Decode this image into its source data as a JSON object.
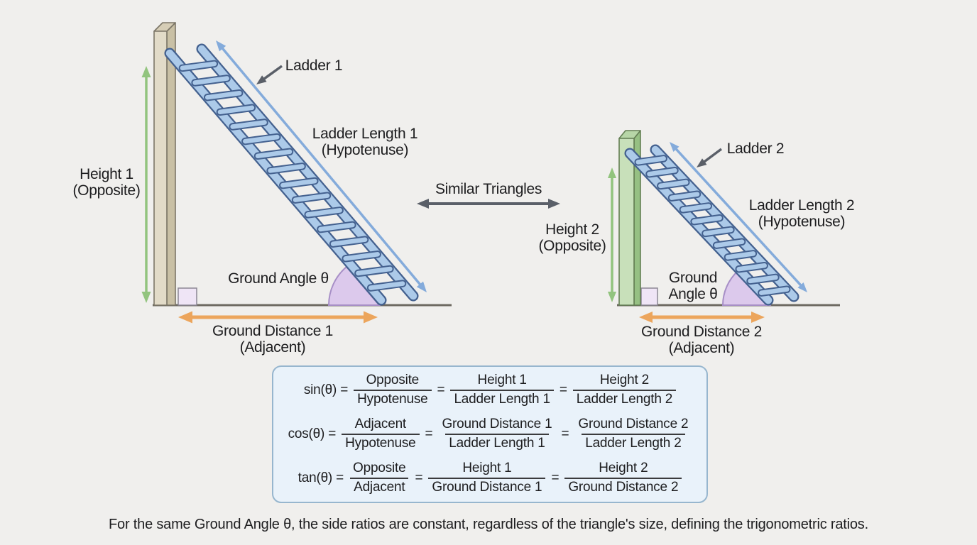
{
  "diagram_left": {
    "ladder_label": "Ladder 1",
    "hypotenuse_label_line1": "Ladder Length 1",
    "hypotenuse_label_line2": "(Hypotenuse)",
    "height_label_line1": "Height 1",
    "height_label_line2": "(Opposite)",
    "angle_label": "Ground Angle θ",
    "base_label_line1": "Ground Distance 1",
    "base_label_line2": "(Adjacent)"
  },
  "center": {
    "similar_label": "Similar Triangles"
  },
  "diagram_right": {
    "ladder_label": "Ladder 2",
    "hypotenuse_label_line1": "Ladder Length 2",
    "hypotenuse_label_line2": "(Hypotenuse)",
    "height_label_line1": "Height 2",
    "height_label_line2": "(Opposite)",
    "angle_label_line1": "Ground",
    "angle_label_line2": "Angle θ",
    "base_label_line1": "Ground Distance 2",
    "base_label_line2": "(Adjacent)"
  },
  "formula_box": {
    "rows": [
      {
        "fn": "sin(θ) =",
        "eq": "=",
        "fracs": [
          {
            "n": "Opposite",
            "d": "Hypotenuse"
          },
          {
            "n": "Height 1",
            "d": "Ladder Length 1"
          },
          {
            "n": "Height 2",
            "d": "Ladder Length 2"
          }
        ]
      },
      {
        "fn": "cos(θ) =",
        "eq": "=",
        "fracs": [
          {
            "n": "Adjacent",
            "d": "Hypotenuse"
          },
          {
            "n": "Ground Distance 1",
            "d": "Ladder Length 1"
          },
          {
            "n": "Ground Distance 2",
            "d": "Ladder Length 2"
          }
        ]
      },
      {
        "fn": "tan(θ) =",
        "eq": "=",
        "fracs": [
          {
            "n": "Opposite",
            "d": "Adjacent"
          },
          {
            "n": "Height 1",
            "d": "Ground Distance 1"
          },
          {
            "n": "Height 2",
            "d": "Ground Distance 2"
          }
        ]
      }
    ]
  },
  "caption": "For the same Ground Angle θ, the side ratios are constant, regardless of the triangle's size, defining the trigonometric ratios.",
  "colors": {
    "background": "#f0efed",
    "text": "#1d1d1f",
    "green_arrow": "#92c47e",
    "orange_arrow": "#eca55c",
    "ladder_fill": "#accae9",
    "ladder_outline": "#44618f",
    "measure_arrow_blue": "#84abdb",
    "pointer_gray": "#5a5f68",
    "ground_line": "#6e6a62",
    "wall1_front": "#e2dbc8",
    "wall1_side": "#c9c0a5",
    "wall2_front": "#c8e0ba",
    "wall2_side": "#96c083",
    "angle_arc_fill": "#dcc9ec",
    "angle_arc_outline": "#a78fc6",
    "right_angle_fill": "#efe5f6",
    "formula_box_bg": "#e9f2fa",
    "formula_box_border": "#97b6ce"
  }
}
